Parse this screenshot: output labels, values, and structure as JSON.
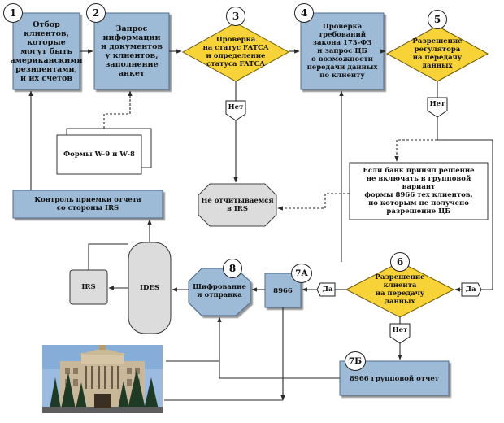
{
  "steps": {
    "s1": {
      "num": "1",
      "text": "Отбор клиентов,\nкоторые\nмогут быть\nамериканскими\nрезидентами,\nи их счетов"
    },
    "s2": {
      "num": "2",
      "text": "Запрос\nинформации\nи документов\nу клиентов,\nзаполнение\nанкет"
    },
    "s3": {
      "num": "3",
      "text": "Проверка\nна статус FATCA\nи определение\nстатуса FATCA"
    },
    "s4": {
      "num": "4",
      "text": "Проверка\nтребований\nзакона 173-ФЗ\nи запрос ЦБ\nо возможности\nпередачи данных\nпо клиенту"
    },
    "s5": {
      "num": "5",
      "text": "Разрешение\nрегулятора\nна передачу\nданных"
    },
    "s6": {
      "num": "6",
      "text": "Разрешение\nклиента\nна передачу\nданных"
    },
    "s7a": {
      "num": "7А",
      "text": "8966"
    },
    "s7b": {
      "num": "7Б",
      "text": "8966 групповой отчет"
    },
    "s8": {
      "num": "8",
      "text": "Шифрование\nи отправка"
    }
  },
  "forms": "Формы W-9 и W-8",
  "control": "Контроль приемки отчета\nсо стороны IRS",
  "ides": "IDES",
  "irs": "IRS",
  "not_report": "Не отчитываемся\nв IRS",
  "note": "Если банк принял решение\nне включать в групповой вариант\nформы 8966 тех клиентов,\nпо которым не получено\nразрешение ЦБ",
  "tags": {
    "no": "Нет",
    "yes": "Да"
  },
  "colors": {
    "process": "#9dbbd6",
    "decision": "#f7d338",
    "neutral": "#dcdcdc",
    "line": "#2a2a2a"
  }
}
